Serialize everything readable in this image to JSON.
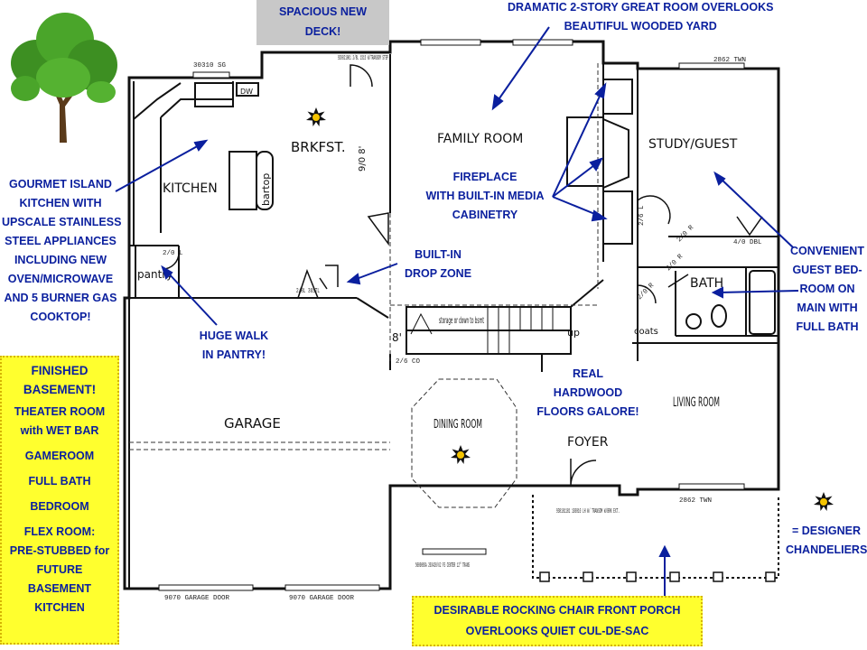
{
  "colors": {
    "callout": "#0a1f9e",
    "highlight": "#ffff2e",
    "deck_box": "#c8c8c8",
    "chandelier": "#f5c400"
  },
  "rooms": {
    "brkfst": "BRKFST.",
    "family": "FAMILY ROOM",
    "kitchen": "KITCHEN",
    "study": "STUDY/GUEST",
    "bath": "BATH",
    "garage": "GARAGE",
    "living": "LIVING ROOM",
    "dining": "DINING ROOM",
    "foyer": "FOYER",
    "pantry": "pantry",
    "bartop": "bartop",
    "coats": "coats",
    "storage": "storage or down to bsmt",
    "up": "up",
    "dw": "DW",
    "eight_ceiling": "8'",
    "nine_ceiling": "9/0 8'"
  },
  "plan_notes": {
    "window_30310": "30310 SG",
    "window_door": "928021001 2/8L 1515 W/TRANSOM STEP",
    "twn_top": "2862 TWN",
    "twn_bottom": "2862 TWN",
    "pantry_door": "2/0 L",
    "closet_1": "2/6 L",
    "closet_2": "2/0 R",
    "closet_3": "4/0 DBL",
    "closet_4": "2/0 R",
    "closet_5": "2/0 R",
    "closet_6": "2/6 CO",
    "bifold": "2/8L 36STL",
    "front_door": "930101101 103010 LH W/ TRANSOM W/BRK EXT.",
    "dining_window": "5000065A 203420/62 FS CENTER 12\" TRANS",
    "garage_door_1": "9070 GARAGE DOOR",
    "garage_door_2": "9070 GARAGE DOOR"
  },
  "callouts": {
    "deck": [
      "SPACIOUS NEW",
      "DECK!"
    ],
    "great_room": [
      "DRAMATIC 2-STORY GREAT ROOM OVERLOOKS",
      "BEAUTIFUL WOODED YARD"
    ],
    "kitchen": [
      "GOURMET ISLAND",
      "KITCHEN WITH",
      "UPSCALE STAINLESS",
      "STEEL APPLIANCES",
      "INCLUDING NEW",
      "OVEN/MICROWAVE",
      "AND 5 BURNER GAS",
      "COOKTOP!"
    ],
    "fireplace": [
      "FIREPLACE",
      "WITH BUILT-IN MEDIA",
      "CABINETRY"
    ],
    "drop_zone": [
      "BUILT-IN",
      "DROP ZONE"
    ],
    "pantry": [
      "HUGE WALK",
      "IN PANTRY!"
    ],
    "guest": [
      "CONVENIENT",
      "GUEST BED-",
      "ROOM ON",
      "MAIN WITH",
      "FULL BATH"
    ],
    "hardwood": [
      "REAL",
      "HARDWOOD",
      "FLOORS GALORE!"
    ],
    "porch": [
      "DESIRABLE ROCKING CHAIR FRONT PORCH",
      "OVERLOOKS QUIET CUL-DE-SAC"
    ],
    "chandelier": [
      "= DESIGNER",
      "CHANDELIERS!"
    ]
  },
  "basement": {
    "title": [
      "FINISHED",
      "BASEMENT!"
    ],
    "items": [
      [
        "THEATER ROOM",
        "with WET BAR"
      ],
      [
        "GAMEROOM"
      ],
      [
        "FULL BATH"
      ],
      [
        "BEDROOM"
      ],
      [
        "FLEX ROOM:",
        "PRE-STUBBED for",
        "FUTURE",
        "BASEMENT",
        "KITCHEN"
      ]
    ]
  }
}
